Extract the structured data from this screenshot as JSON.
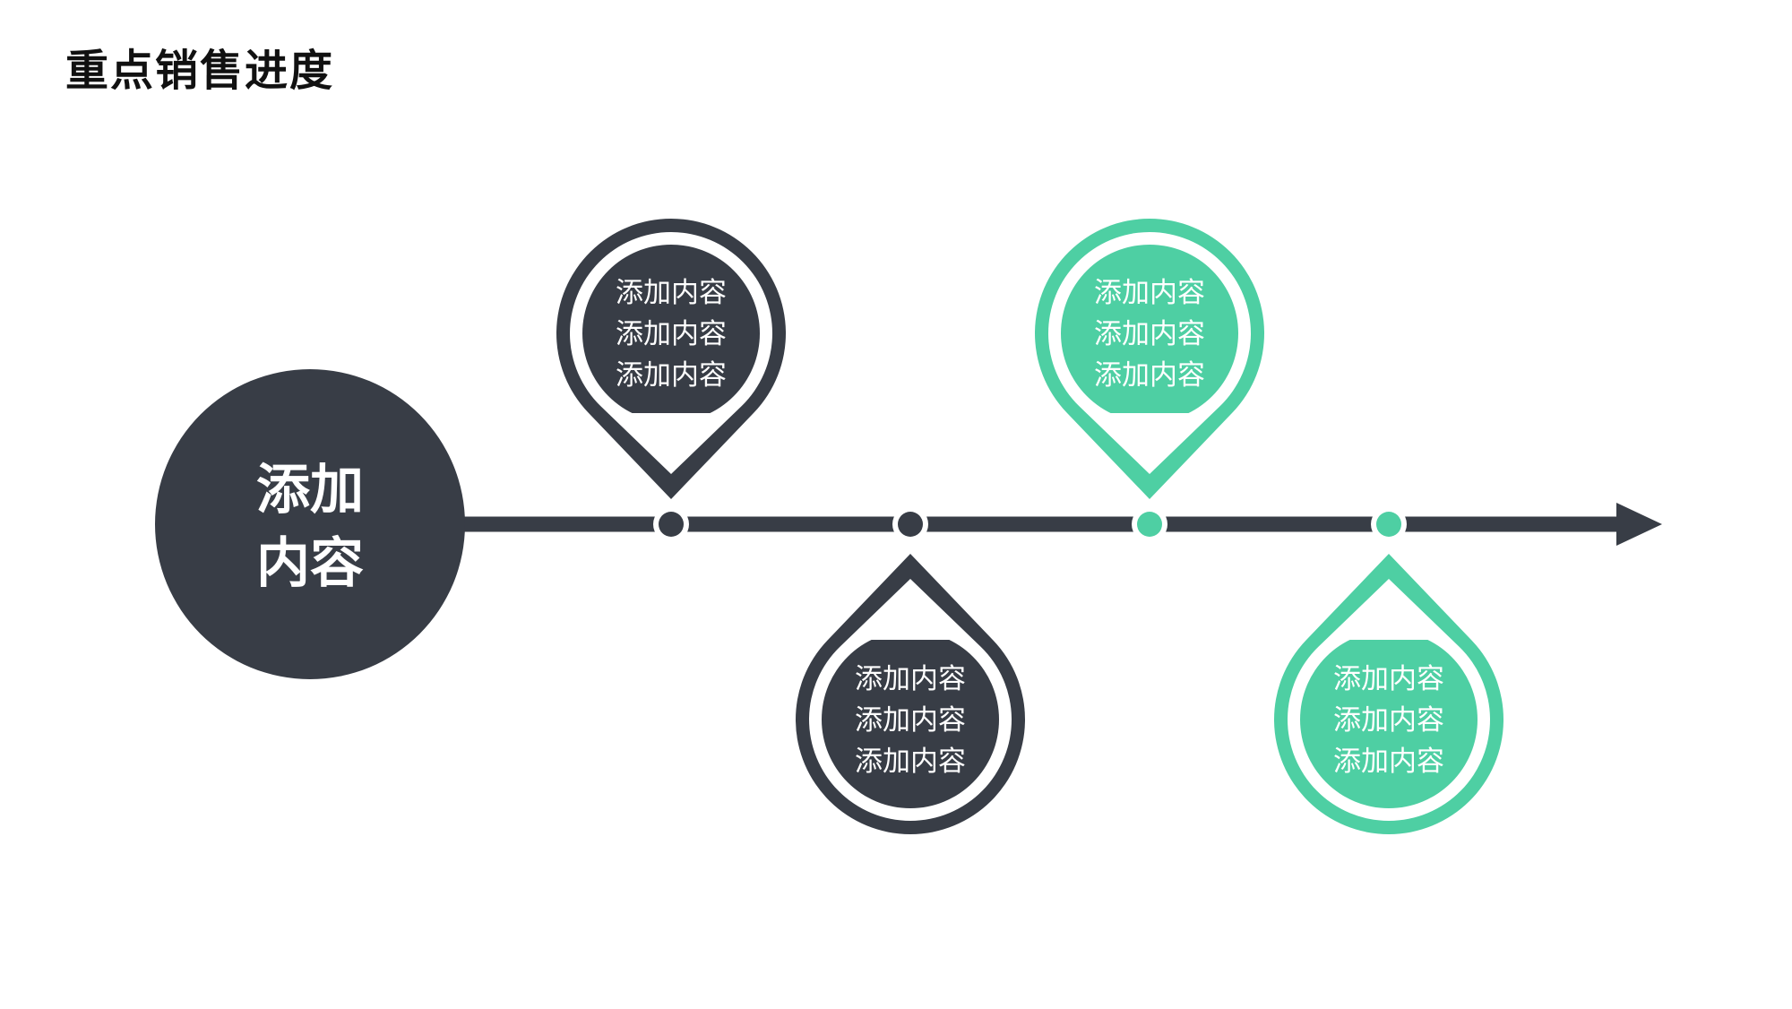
{
  "title": "重点销售进度",
  "colors": {
    "dark": "#383d46",
    "accent": "#4ecfa3",
    "background": "#ffffff",
    "text_on_fill": "#ffffff"
  },
  "hub": {
    "lines": [
      "添加",
      "内容"
    ],
    "color": "dark"
  },
  "timeline": {
    "arrow": "arrow-right",
    "points": [
      {
        "id": 1,
        "color": "dark",
        "direction": "above",
        "lines": [
          "添加内容",
          "添加内容",
          "添加内容"
        ]
      },
      {
        "id": 2,
        "color": "dark",
        "direction": "below",
        "lines": [
          "添加内容",
          "添加内容",
          "添加内容"
        ]
      },
      {
        "id": 3,
        "color": "accent",
        "direction": "above",
        "lines": [
          "添加内容",
          "添加内容",
          "添加内容"
        ]
      },
      {
        "id": 4,
        "color": "accent",
        "direction": "below",
        "lines": [
          "添加内容",
          "添加内容",
          "添加内容"
        ]
      }
    ]
  }
}
